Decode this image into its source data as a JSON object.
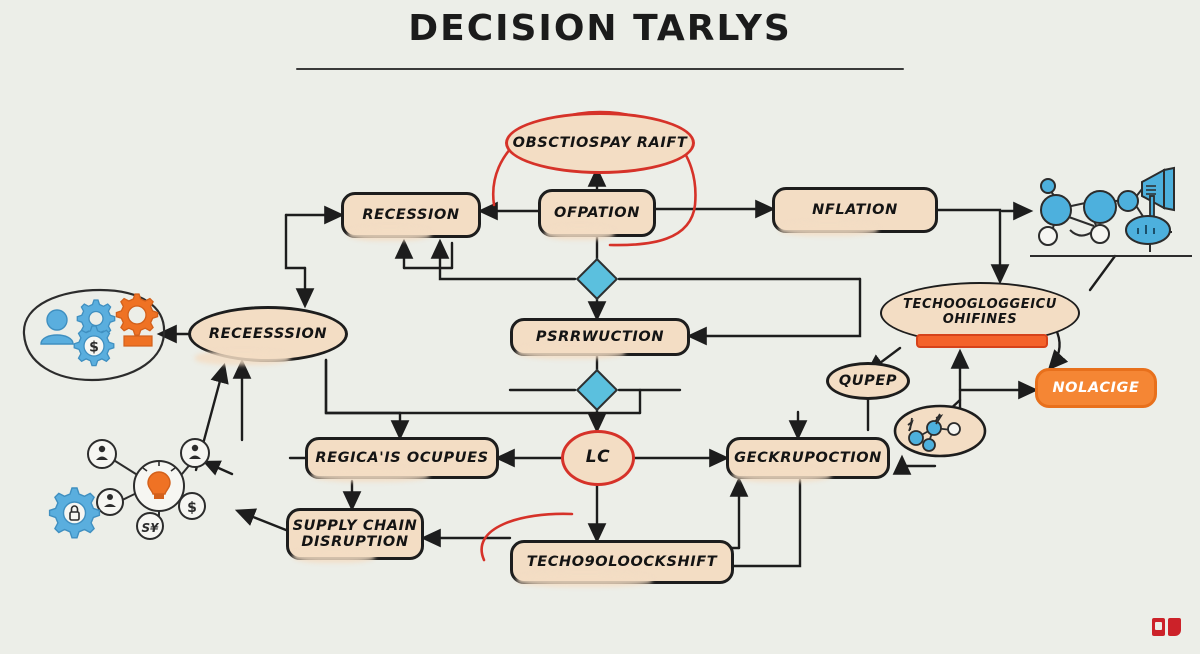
{
  "page": {
    "title": "DECISION TARLYS",
    "background_color": "#eceee8",
    "node_fill": "#f3ddc4",
    "node_stroke": "#1d1d1d",
    "accent_red": "#d63229",
    "accent_orange": "#f58634",
    "accent_blue": "#5bc0de"
  },
  "diagram": {
    "type": "flowchart",
    "nodes": [
      {
        "id": "obsct",
        "label": "OBSCTIOSPAY RAIFT",
        "shape": "ellipse",
        "stroke": "red"
      },
      {
        "id": "ofpation",
        "label": "OFPATION",
        "shape": "rect",
        "stroke": "dark"
      },
      {
        "id": "recession",
        "label": "RECESSION",
        "shape": "rect",
        "stroke": "dark"
      },
      {
        "id": "nflation",
        "label": "NFLATION",
        "shape": "rect",
        "stroke": "dark"
      },
      {
        "id": "receess",
        "label": "RECEESSSION",
        "shape": "ellipse",
        "stroke": "dark"
      },
      {
        "id": "psrr",
        "label": "PSRRWUCTION",
        "shape": "rect",
        "stroke": "dark"
      },
      {
        "id": "techoo",
        "label": "TECHOOGLOGGEICU OHIFINES",
        "shape": "ellipse",
        "stroke": "dark"
      },
      {
        "id": "qupep",
        "label": "QUPEP",
        "shape": "ellipse",
        "stroke": "dark"
      },
      {
        "id": "nolacige",
        "label": "NOLACIGE",
        "shape": "rect",
        "stroke": "orange"
      },
      {
        "id": "regicais",
        "label": "REGICA'IS OCUPUES",
        "shape": "rect",
        "stroke": "dark"
      },
      {
        "id": "lc",
        "label": "LC",
        "shape": "ellipse",
        "stroke": "red"
      },
      {
        "id": "geckrup",
        "label": "GECKRUPOCTION",
        "shape": "rect",
        "stroke": "dark"
      },
      {
        "id": "supply",
        "label": "SUPPLY CHAIN DISRUPTION",
        "shape": "rect",
        "stroke": "dark"
      },
      {
        "id": "techlock",
        "label": "TECHO9OLOOCKSHIFT",
        "shape": "rect",
        "stroke": "dark"
      }
    ],
    "decorations": [
      {
        "id": "dec-gears",
        "name": "gears-and-person-cluster"
      },
      {
        "id": "dec-network",
        "name": "idea-network-cluster"
      },
      {
        "id": "dec-molecule",
        "name": "molecule-megaphone-cluster"
      },
      {
        "id": "dec-minigraph",
        "name": "mini-network-ellipse"
      }
    ],
    "junctions": [
      {
        "id": "diamond-top",
        "name": "decision-diamond-upper"
      },
      {
        "id": "diamond-bottom",
        "name": "decision-diamond-lower"
      }
    ]
  }
}
